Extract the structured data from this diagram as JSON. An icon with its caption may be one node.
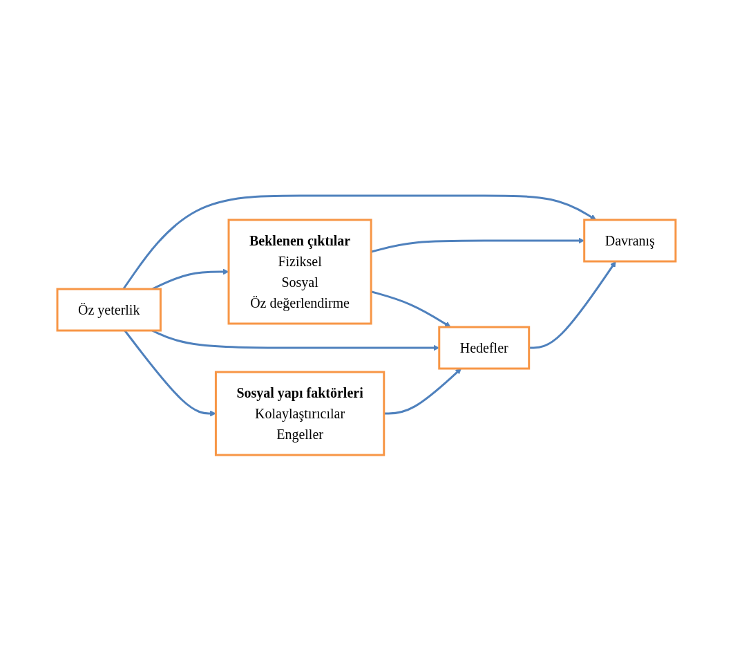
{
  "diagram": {
    "nodes": [
      {
        "text": [
          "Öz yeterlik"
        ]
      },
      {
        "text": [
          "Beklenen çıktılar",
          "Fiziksel",
          "Sosyal",
          "Öz değerlendirme"
        ]
      },
      {
        "text": [
          "Hedefler"
        ]
      },
      {
        "text": [
          "Davranış"
        ]
      },
      {
        "text": [
          "Sosyal yapı faktörleri",
          "Kolaylaştırıcılar",
          "Engeller"
        ]
      }
    ],
    "edges": [
      {
        "from": 0,
        "to": 3,
        "arrow": "to"
      },
      {
        "from": 1,
        "to": 3,
        "arrow": "to"
      },
      {
        "from": 0,
        "to": 1,
        "arrow": "to"
      },
      {
        "from": 1,
        "to": 2,
        "arrow": "to"
      },
      {
        "from": 0,
        "to": 2,
        "arrow": "to"
      },
      {
        "from": 2,
        "to": 3,
        "arrow": "to"
      },
      {
        "from": 0,
        "to": 4,
        "arrow": "to"
      },
      {
        "from": 4,
        "to": 2,
        "arrow": "to"
      }
    ]
  }
}
